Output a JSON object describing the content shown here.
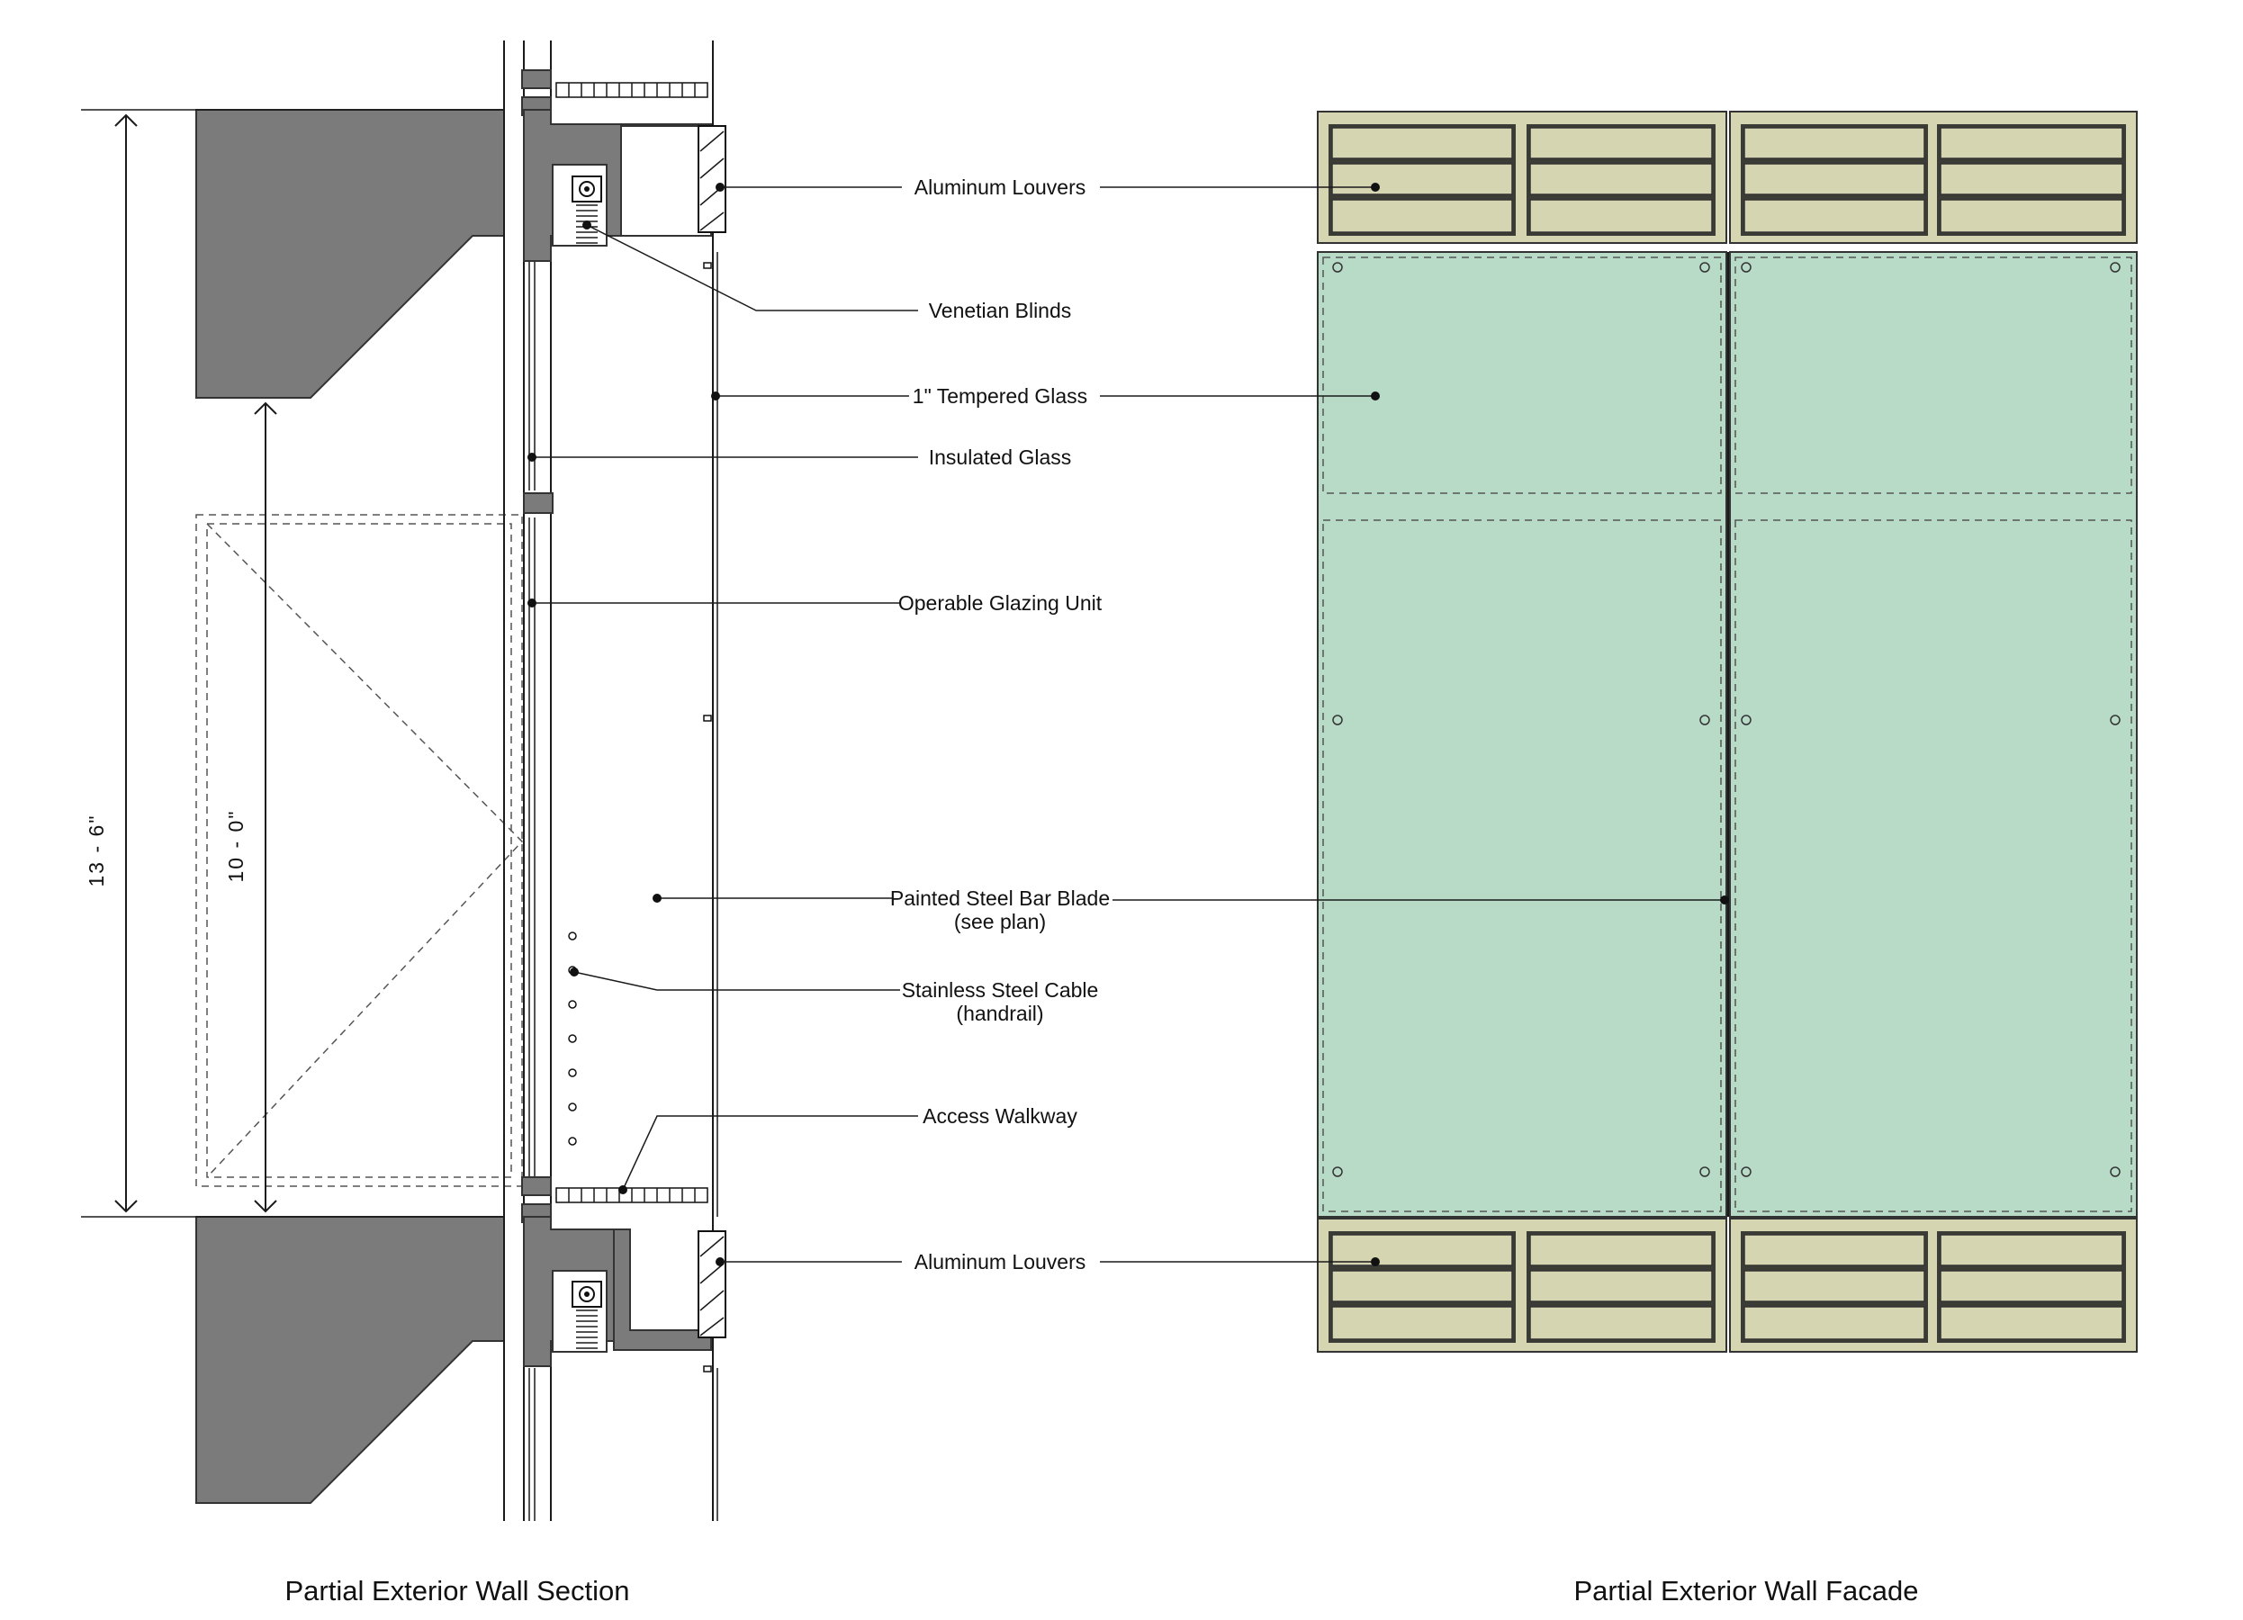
{
  "colors": {
    "concrete": "#7b7b7b",
    "louver_fill": "#d6d5b1",
    "glass_fill": "#b8dbc8",
    "line": "#1a1a1a"
  },
  "section": {
    "title": "Partial Exterior Wall Section",
    "dim_overall": "13 - 6\"",
    "dim_clear": "10 - 0\""
  },
  "facade": {
    "title": "Partial Exterior Wall Facade"
  },
  "callouts": {
    "louvers_top": "Aluminum Louvers",
    "venetian_blinds": "Venetian Blinds",
    "tempered_glass": "1\" Tempered Glass",
    "insulated_glass": "Insulated Glass",
    "operable_glazing": "Operable Glazing Unit",
    "steel_blade_line1": "Painted Steel Bar Blade",
    "steel_blade_line2": "(see plan)",
    "cable_line1": "Stainless Steel Cable",
    "cable_line2": "(handrail)",
    "walkway": "Access Walkway",
    "louvers_bottom": "Aluminum Louvers"
  }
}
